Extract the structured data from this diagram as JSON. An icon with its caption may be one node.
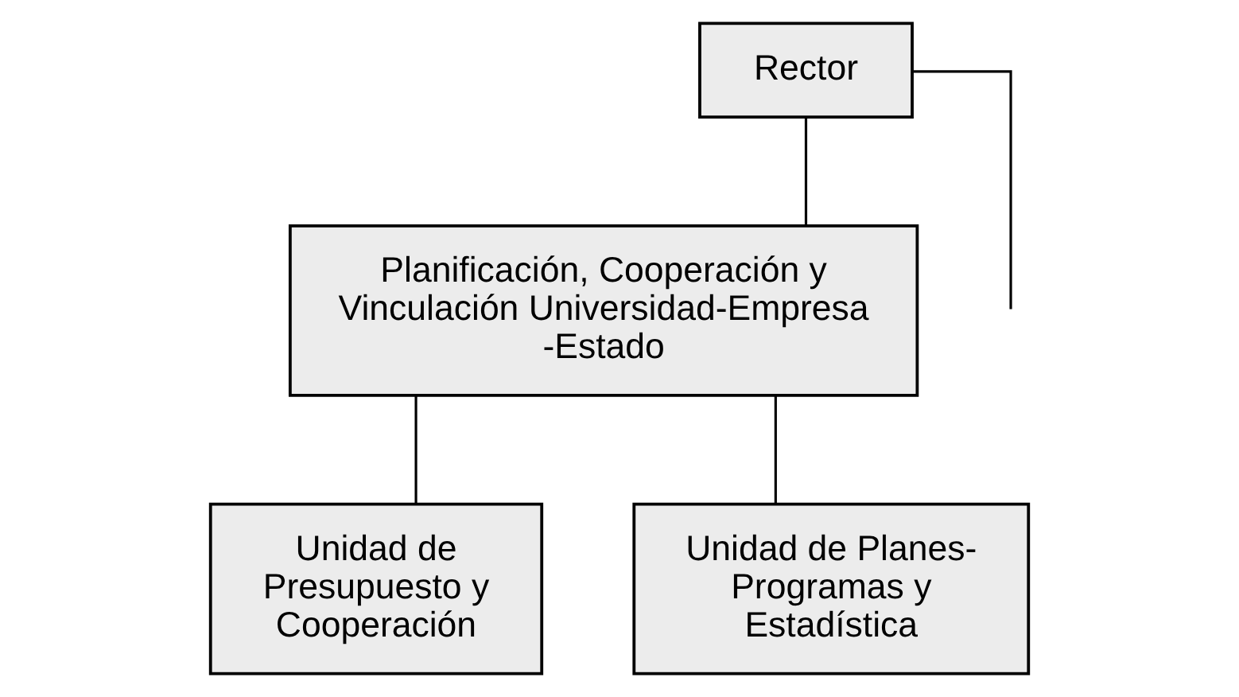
{
  "diagram": {
    "nodes": [
      {
        "text": [
          "Rector"
        ]
      },
      {
        "text": [
          "Planificación, Cooperación y Vinculación Universidad-Empresa -Estado"
        ]
      },
      {
        "text": [
          "Unidad de Presupuesto y Cooperación"
        ]
      },
      {
        "text": [
          "Unidad de Planes- Programas y Estadística"
        ]
      }
    ],
    "edges": [
      {
        "from": 0,
        "to": 1,
        "arrow": "none"
      },
      {
        "from": 0,
        "to": null,
        "arrow": "none"
      },
      {
        "from": 1,
        "to": 2,
        "arrow": "none"
      },
      {
        "from": 1,
        "to": 3,
        "arrow": "none"
      }
    ]
  }
}
